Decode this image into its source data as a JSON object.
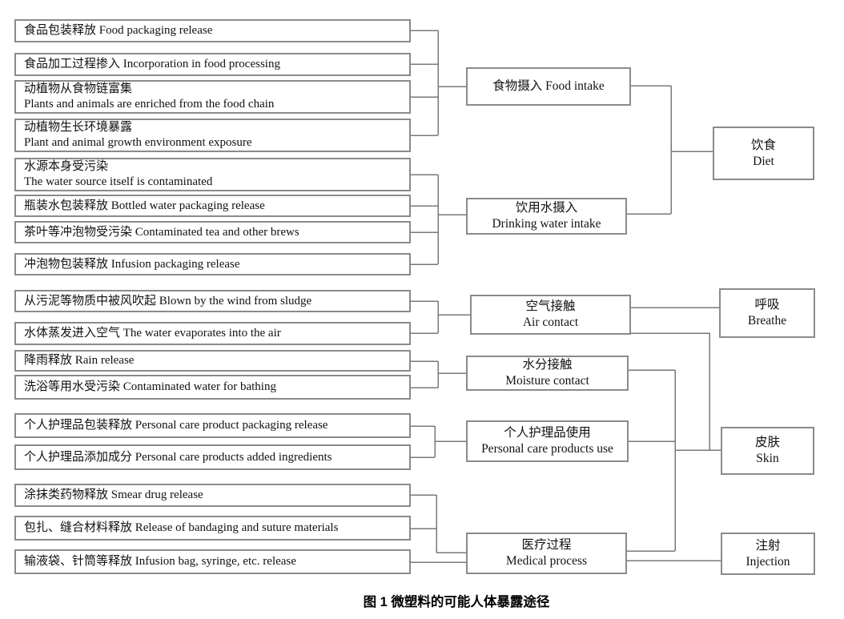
{
  "caption": "图 1  微塑料的可能人体暴露途径",
  "colors": {
    "line": "#787878",
    "box_border": "#8a8a8a",
    "text": "#111111",
    "background": "#ffffff"
  },
  "sources": [
    {
      "lines": [
        "食品包装释放 Food packaging release"
      ]
    },
    {
      "lines": [
        "食品加工过程掺入 Incorporation in food processing"
      ]
    },
    {
      "lines": [
        "动植物从食物链富集",
        "Plants and animals are enriched from the food chain"
      ]
    },
    {
      "lines": [
        "动植物生长环境暴露",
        "Plant and animal growth environment exposure"
      ]
    },
    {
      "lines": [
        "水源本身受污染",
        "The water source itself is contaminated"
      ]
    },
    {
      "lines": [
        "瓶装水包装释放 Bottled water packaging release"
      ]
    },
    {
      "lines": [
        "茶叶等冲泡物受污染 Contaminated tea and other brews"
      ]
    },
    {
      "lines": [
        "冲泡物包装释放 Infusion packaging release"
      ]
    },
    {
      "lines": [
        "从污泥等物质中被风吹起 Blown by the wind from sludge"
      ]
    },
    {
      "lines": [
        "水体蒸发进入空气 The water evaporates into the air"
      ]
    },
    {
      "lines": [
        "降雨释放 Rain release"
      ]
    },
    {
      "lines": [
        "洗浴等用水受污染 Contaminated water for bathing"
      ]
    },
    {
      "lines": [
        "个人护理品包装释放 Personal care product packaging release"
      ]
    },
    {
      "lines": [
        "个人护理品添加成分 Personal care products added ingredients"
      ]
    },
    {
      "lines": [
        "涂抹类药物释放 Smear drug release"
      ]
    },
    {
      "lines": [
        "包扎、缝合材料释放 Release of bandaging and suture materials"
      ]
    },
    {
      "lines": [
        "输液袋、针筒等释放 Infusion bag, syringe, etc. release"
      ]
    }
  ],
  "pathways": [
    {
      "lines": [
        "食物摄入 Food intake"
      ]
    },
    {
      "lines": [
        "饮用水摄入",
        "Drinking water intake"
      ]
    },
    {
      "lines": [
        "空气接触",
        "Air contact"
      ]
    },
    {
      "lines": [
        "水分接触",
        "Moisture contact"
      ]
    },
    {
      "lines": [
        "个人护理品使用",
        "Personal care products use"
      ]
    },
    {
      "lines": [
        "医疗过程",
        "Medical process"
      ]
    }
  ],
  "routes": [
    {
      "lines": [
        "饮食",
        "Diet"
      ]
    },
    {
      "lines": [
        "呼吸",
        "Breathe"
      ]
    },
    {
      "lines": [
        "皮肤",
        "Skin"
      ]
    },
    {
      "lines": [
        "注射",
        "Injection"
      ]
    }
  ]
}
